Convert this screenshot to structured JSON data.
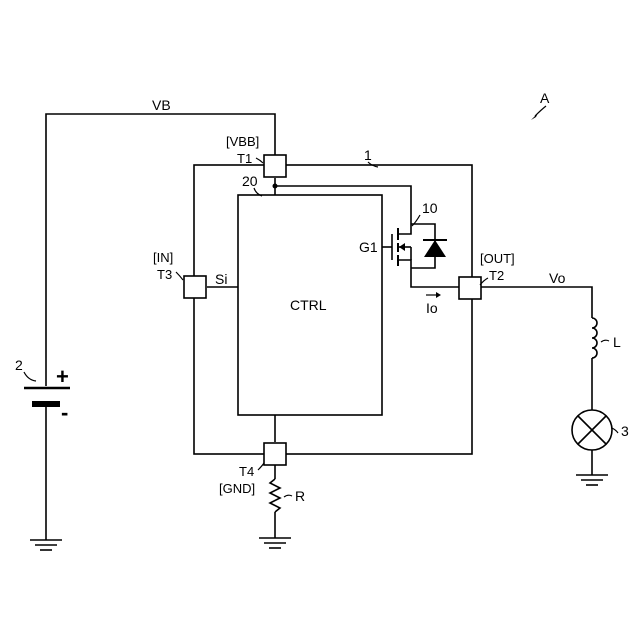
{
  "figure_ref": "A",
  "nets": {
    "supply": "VB",
    "output": "Vo",
    "output_current": "Io"
  },
  "device": {
    "ref": "1",
    "controller_ref": "20",
    "controller_label": "CTRL",
    "switch_ref": "10",
    "gate_ref": "G1",
    "input_signal": "Si"
  },
  "terminals": [
    {
      "pin": "T1",
      "name": "[VBB]"
    },
    {
      "pin": "T2",
      "name": "[OUT]"
    },
    {
      "pin": "T3",
      "name": "[IN]"
    },
    {
      "pin": "T4",
      "name": "[GND]"
    }
  ],
  "components": {
    "battery": {
      "ref": "2",
      "plus": "+",
      "minus": "-"
    },
    "inductor": "L",
    "resistor": "R",
    "lamp": "3"
  }
}
